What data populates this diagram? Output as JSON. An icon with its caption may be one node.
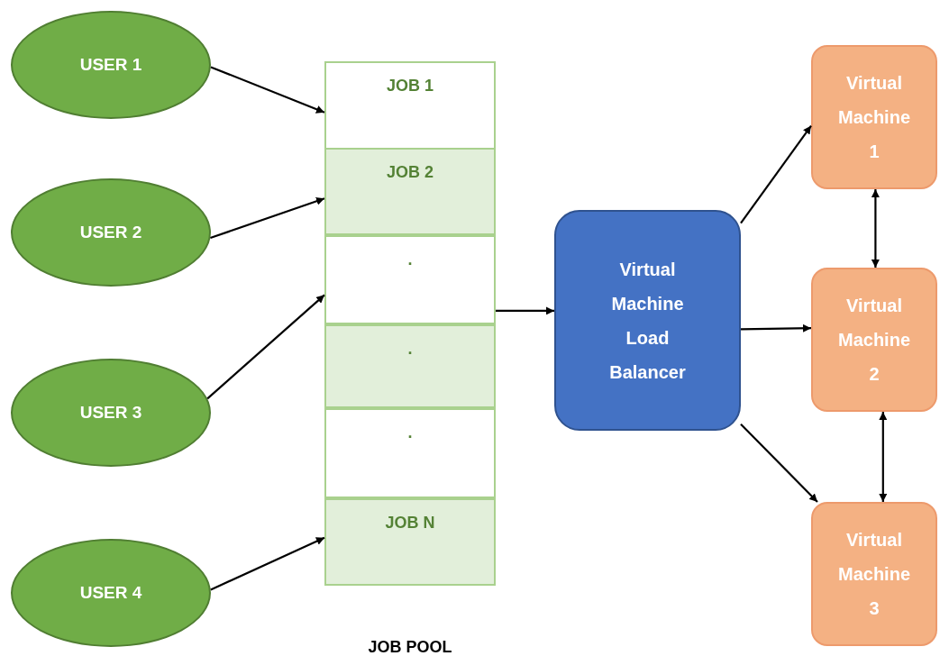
{
  "diagram": {
    "nodes": [
      {
        "text": [
          "USER 1"
        ]
      },
      {
        "text": [
          "USER 2"
        ]
      },
      {
        "text": [
          "USER 3"
        ]
      },
      {
        "text": [
          "USER 4"
        ]
      },
      {
        "text": [
          "JOB POOL"
        ]
      },
      {
        "text": [
          "JOB 1"
        ],
        "in": 4
      },
      {
        "text": [
          "JOB 2"
        ],
        "in": 4
      },
      {
        "text": [
          "."
        ],
        "in": 4
      },
      {
        "text": [
          "."
        ],
        "in": 4
      },
      {
        "text": [
          "."
        ],
        "in": 4
      },
      {
        "text": [
          "JOB N"
        ],
        "in": 4
      },
      {
        "text": [
          "Virtual Machine Load Balancer"
        ]
      },
      {
        "text": [
          "Virtual Machine 1"
        ]
      },
      {
        "text": [
          "Virtual Machine 2"
        ]
      },
      {
        "text": [
          "Virtual Machine 3"
        ]
      }
    ],
    "edges": [
      {
        "from": 0,
        "to": 5,
        "arrow": "to"
      },
      {
        "from": 1,
        "to": 6,
        "arrow": "to"
      },
      {
        "from": 2,
        "to": 7,
        "arrow": "to"
      },
      {
        "from": 3,
        "to": 10,
        "arrow": "to"
      },
      {
        "from": 4,
        "to": 11,
        "arrow": "to"
      },
      {
        "from": 11,
        "to": 12,
        "arrow": "to"
      },
      {
        "from": 11,
        "to": 13,
        "arrow": "to"
      },
      {
        "from": 11,
        "to": 14,
        "arrow": "to"
      },
      {
        "from": 12,
        "to": 13,
        "arrow": "both"
      },
      {
        "from": 13,
        "to": 14,
        "arrow": "both"
      }
    ]
  }
}
